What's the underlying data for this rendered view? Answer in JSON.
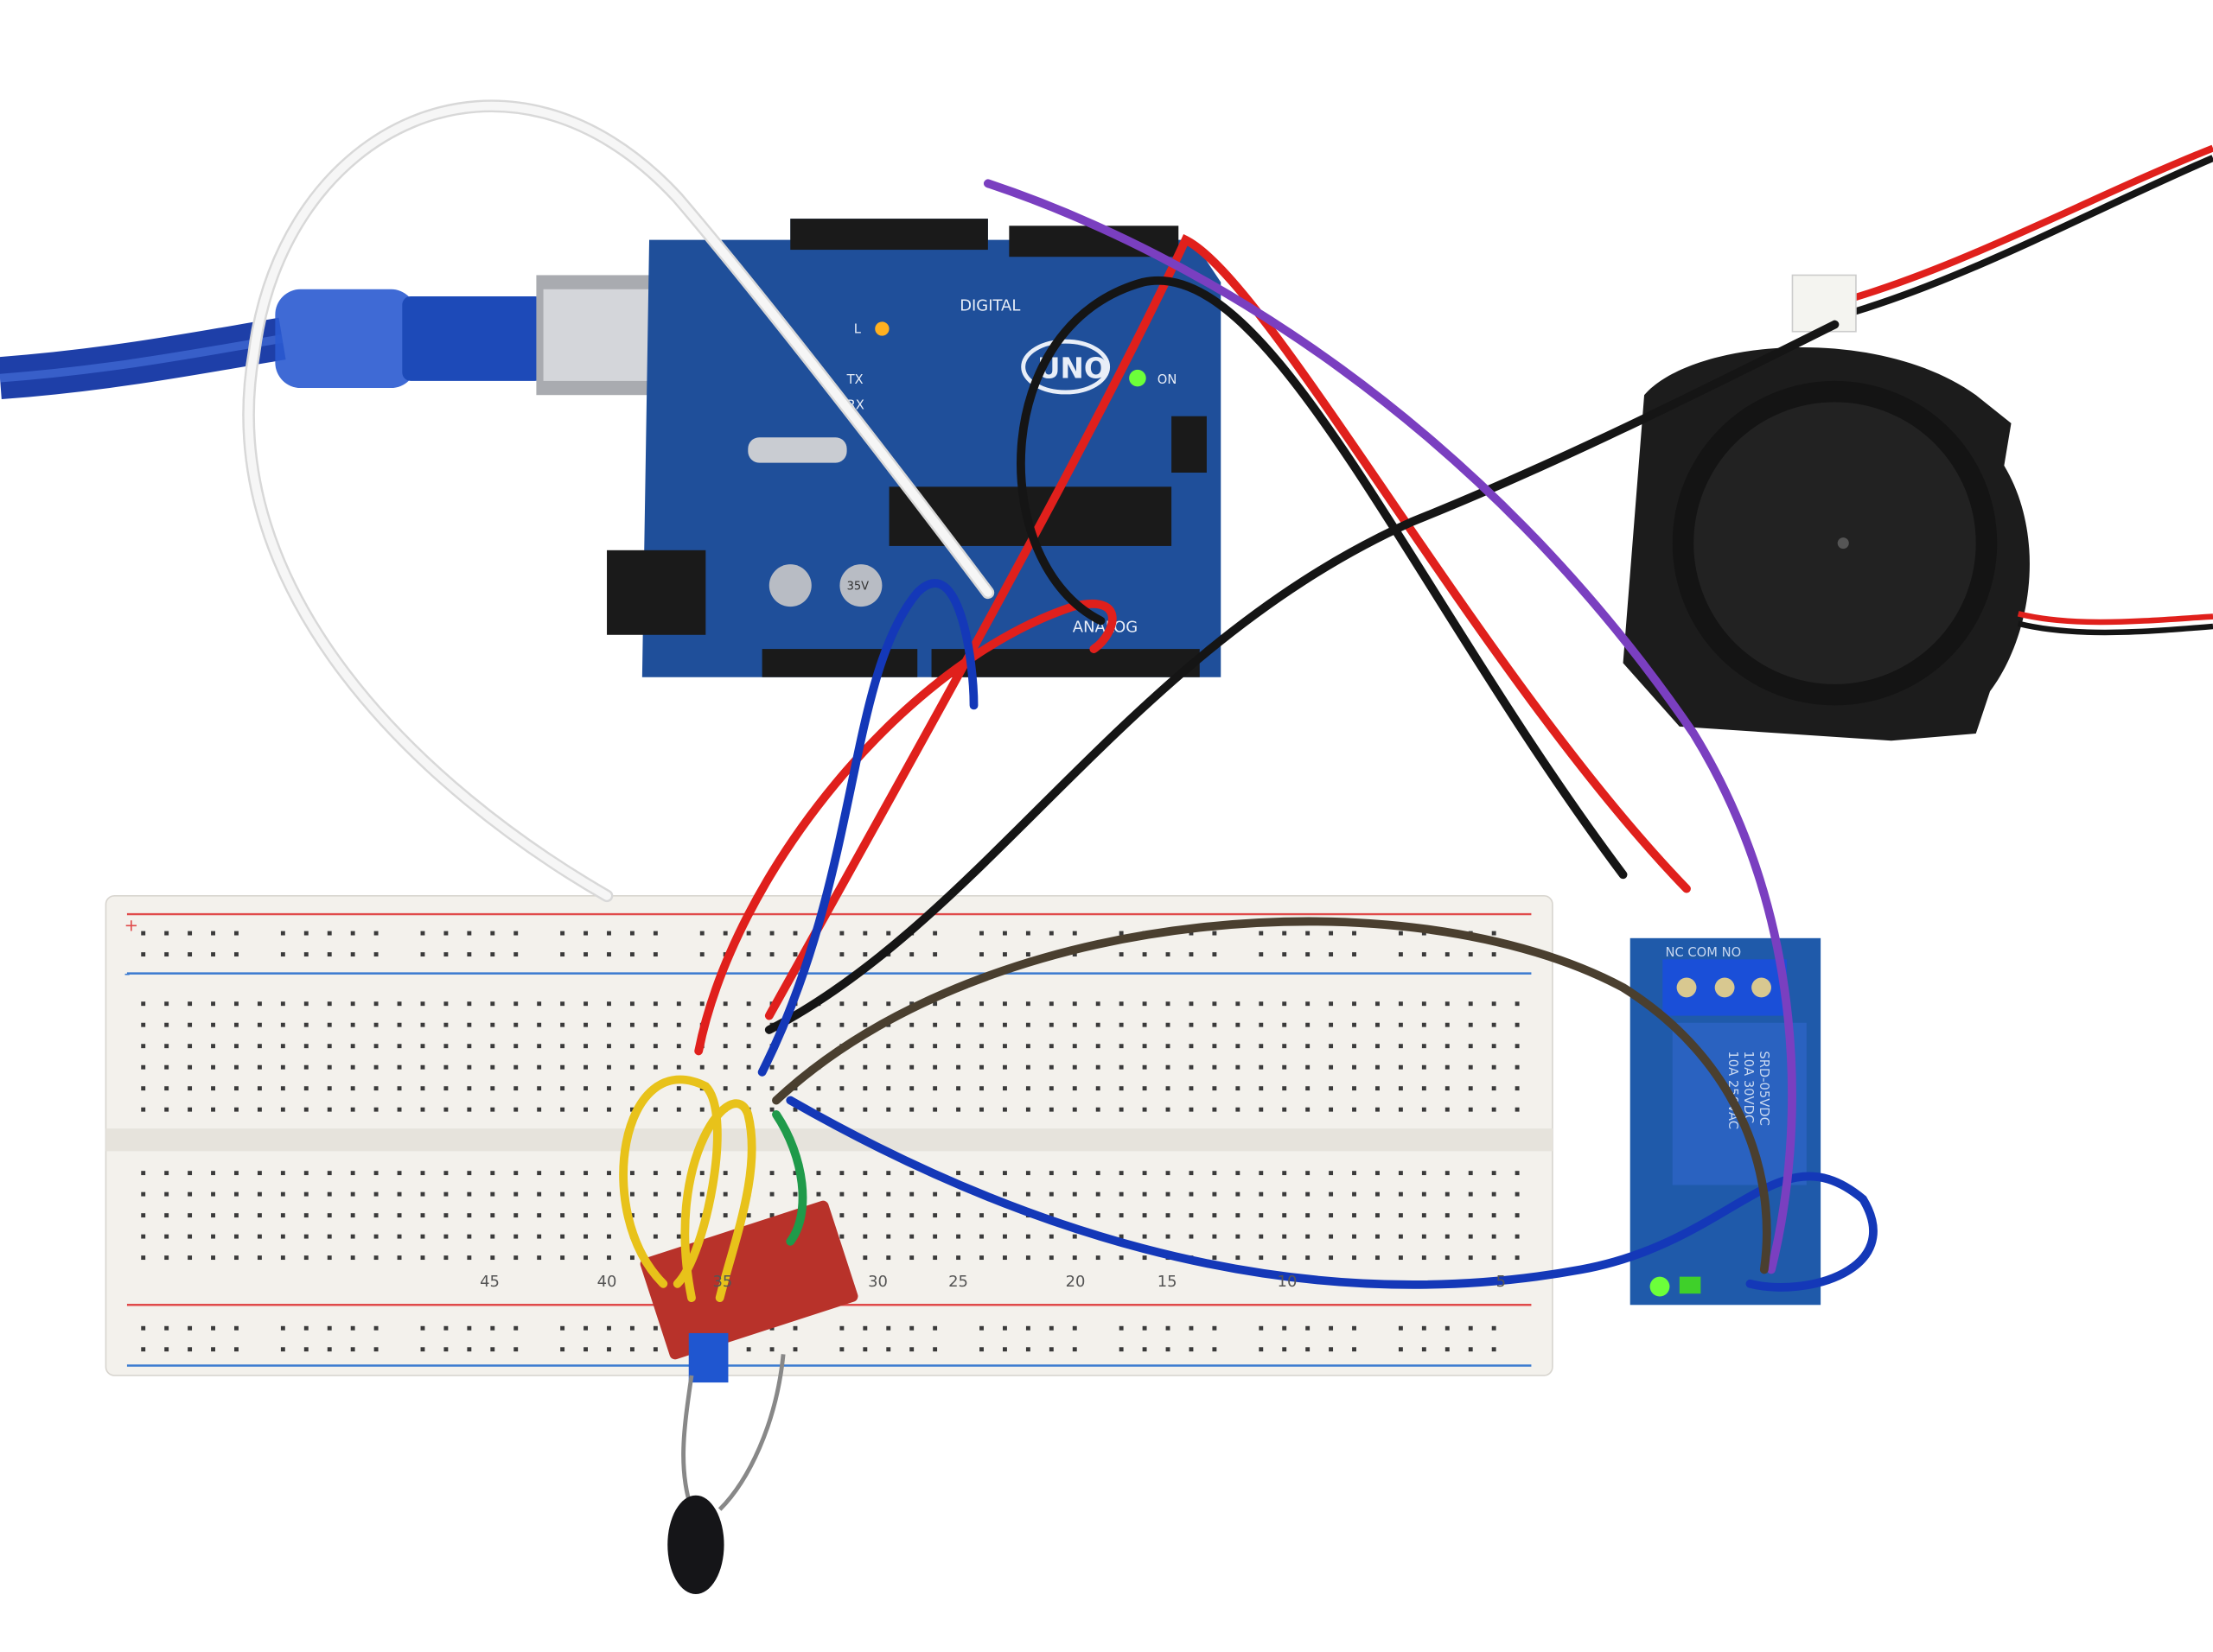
{
  "arduino": {
    "logo": "UNO",
    "digital_label": "DIGITAL",
    "analog_label": "ANALOG",
    "on_label": "ON",
    "tx_label": "TX",
    "rx_label": "RX",
    "l_label": "L",
    "cap_label": "35V"
  },
  "breadboard": {
    "column_numbers": [
      "45",
      "40",
      "35",
      "30",
      "25",
      "20",
      "15",
      "10",
      "5"
    ],
    "plus_sign": "+",
    "minus_sign": "-"
  },
  "relay": {
    "spec_line1": "10A 250VAC",
    "spec_line2": "10A 30VDC",
    "model": "SRD-05VDC",
    "terminal_labels": "NC COM NO"
  },
  "colors": {
    "board_blue": "#1f4f9a",
    "breadboard": "#f3f1ec",
    "wire_red": "#e0201c",
    "wire_black": "#151515",
    "wire_blue": "#1438b8",
    "wire_purple": "#7a3fc0",
    "wire_yellow": "#e8c21a",
    "wire_green": "#1f9a4a",
    "wire_white": "#f4f4f4",
    "wire_brown": "#4a3f2f",
    "sensor_red": "#b8322a",
    "fan_black": "#1a1a1a",
    "led_green": "#6cff3a"
  }
}
